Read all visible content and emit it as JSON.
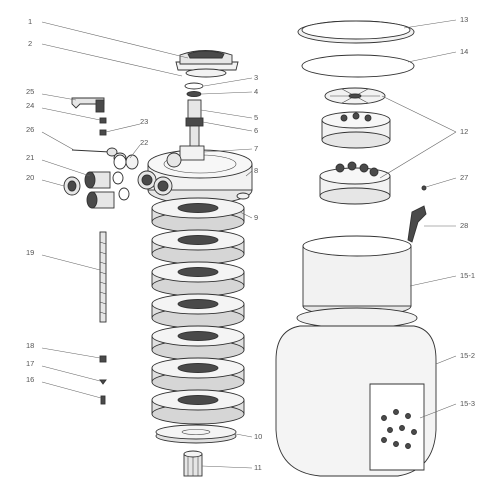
{
  "callouts": {
    "c1": "1",
    "c2": "2",
    "c3": "3",
    "c4": "4",
    "c5": "5",
    "c6": "6",
    "c7": "7",
    "c8": "8",
    "c9": "9",
    "c10": "10",
    "c11": "11",
    "c12": "12",
    "c13": "13",
    "c14": "14",
    "c15_1": "15-1",
    "c15_2": "15-2",
    "c15_3": "15-3",
    "c16": "16",
    "c17": "17",
    "c18": "18",
    "c19": "19",
    "c20": "20",
    "c21": "21",
    "c22": "22",
    "c23": "23",
    "c24": "24",
    "c25": "25",
    "c26": "26",
    "c27": "27",
    "c28": "28"
  },
  "colors": {
    "stroke": "#333333",
    "part_fill": "#f2f2f2",
    "dark_part": "#4a4a4a",
    "label": "#555555"
  }
}
